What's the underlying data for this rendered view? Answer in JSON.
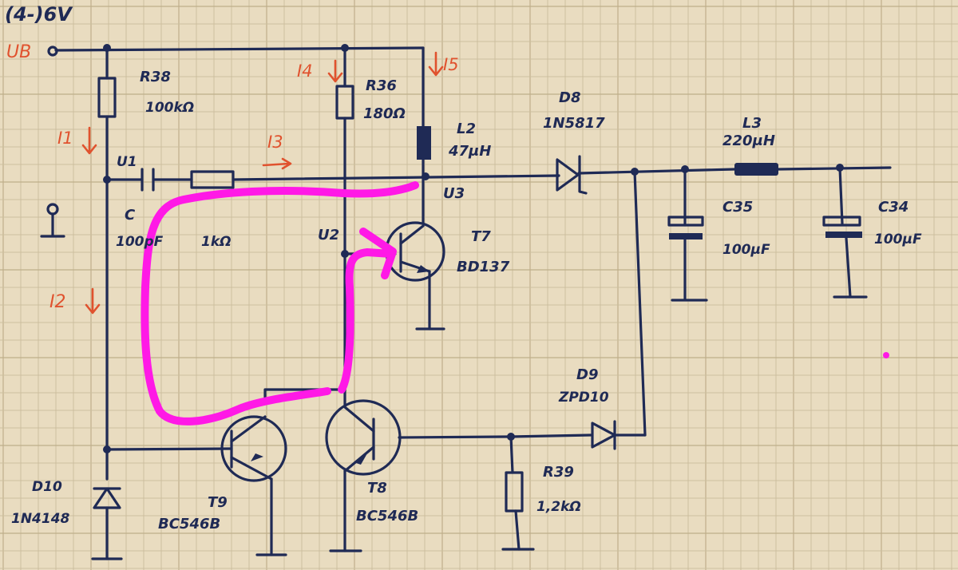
{
  "supply_note": "(4-)6V",
  "supply_label": "UB",
  "voltages": {
    "u1": "U1",
    "u2": "U2",
    "u3": "U3"
  },
  "currents": {
    "i1": "I1",
    "i2": "I2",
    "i3": "I3",
    "i4": "I4",
    "i5": "I5"
  },
  "components": {
    "r38": {
      "ref": "R38",
      "value": "100kΩ"
    },
    "r36": {
      "ref": "R36",
      "value": "180Ω"
    },
    "l2": {
      "ref": "L2",
      "value": "47μH"
    },
    "d8": {
      "ref": "D8",
      "value": "1N5817"
    },
    "l3": {
      "ref": "L3",
      "value": "220μH"
    },
    "c35": {
      "ref": "C35",
      "value": "100μF"
    },
    "c34": {
      "ref": "C34",
      "value": "100μF"
    },
    "c": {
      "ref": "C",
      "value": "100pF"
    },
    "r": {
      "value": "1kΩ"
    },
    "t7": {
      "ref": "T7",
      "value": "BD137"
    },
    "t9": {
      "ref": "T9",
      "value": "BC546B"
    },
    "t8": {
      "ref": "T8",
      "value": "BC546B"
    },
    "d9": {
      "ref": "D9",
      "value": "ZPD10"
    },
    "r39": {
      "ref": "R39",
      "value": "1,2kΩ"
    },
    "d10": {
      "ref": "D10",
      "value": "1N4148"
    }
  },
  "colors": {
    "ink": "#1f2a55",
    "annotation": "#e0522e",
    "highlight": "#ff19e6",
    "paper": "#e9dcc0"
  }
}
